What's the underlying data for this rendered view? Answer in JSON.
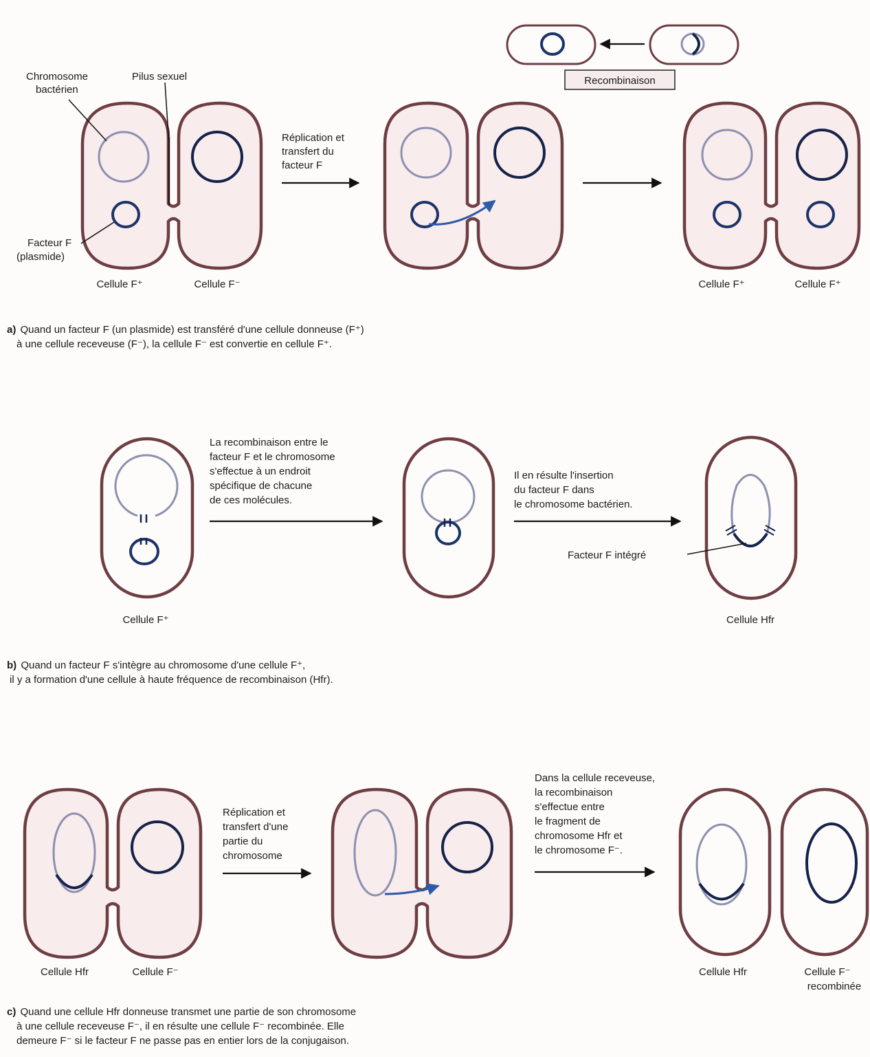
{
  "panel_a": {
    "label_chromosome": [
      "Chromosome",
      "bactérien"
    ],
    "label_pilus": "Pilus sexuel",
    "label_facteur": [
      "Facteur F",
      "(plasmide)"
    ],
    "cell1_label": "Cellule F⁺",
    "cell2_label": "Cellule F⁻",
    "step1": [
      "Réplication et",
      "transfert du",
      "facteur F"
    ],
    "recomb_label": "Recombinaison",
    "result_label1": "Cellule F⁺",
    "result_label2": "Cellule F⁺",
    "caption_key": "a)",
    "caption": [
      "Quand un facteur F (un plasmide) est transféré d'une cellule donneuse (F⁺)",
      "à une cellule receveuse (F⁻), la cellule F⁻ est convertie en cellule F⁺."
    ]
  },
  "panel_b": {
    "step1": [
      "La recombinaison entre le",
      "facteur F et le chromosome",
      "s'effectue à un endroit",
      "spécifique de chacune",
      "de ces molécules."
    ],
    "step2": [
      "Il en résulte l'insertion",
      "du facteur F dans",
      "le chromosome bactérien."
    ],
    "integrated_label": "Facteur F intégré",
    "cell1_label": "Cellule F⁺",
    "cell3_label": "Cellule Hfr",
    "caption_key": "b)",
    "caption": [
      "Quand un facteur F s'intègre au chromosome d'une cellule F⁺,",
      "il y a formation d'une cellule à haute fréquence de recombinaison (Hfr)."
    ]
  },
  "panel_c": {
    "step1": [
      "Réplication et",
      "transfert d'une",
      "partie du",
      "chromosome"
    ],
    "step2": [
      "Dans la cellule receveuse,",
      "la recombinaison",
      "s'effectue entre",
      "le fragment de",
      "chromosome Hfr et",
      "le chromosome F⁻."
    ],
    "cell1_label": "Cellule Hfr",
    "cell2_label": "Cellule F⁻",
    "result_label1": "Cellule Hfr",
    "result_label2": [
      "Cellule F⁻",
      "recombinée"
    ],
    "caption_key": "c)",
    "caption": [
      "Quand une cellule Hfr donneuse transmet une partie de son chromosome",
      "à une cellule receveuse F⁻, il en résulte une cellule F⁻ recombinée. Elle",
      "demeure F⁻ si le facteur F ne passe pas en entier lors de la conjugaison."
    ]
  }
}
